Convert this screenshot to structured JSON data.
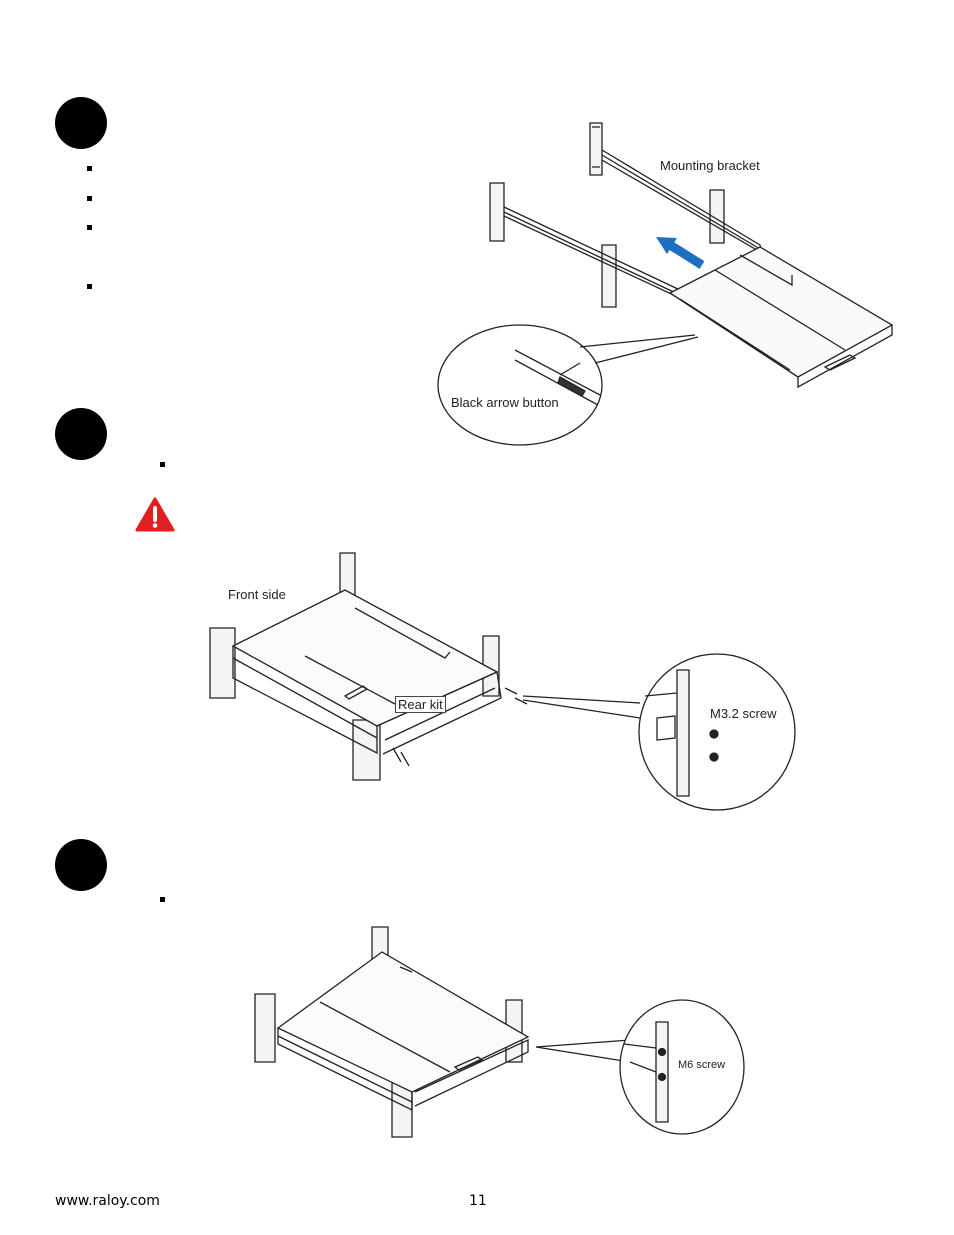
{
  "figures": {
    "fig1": {
      "mounting_label": "Mounting bracket",
      "button_label": "Black arrow button",
      "arrow_color": "#1f6fc0"
    },
    "fig2": {
      "front_label": "Front side",
      "rear_label": "Rear kit",
      "screw_label": "M3.2 screw"
    },
    "fig3": {
      "screw_label": "M6 screw"
    }
  },
  "icons": {
    "step_marker": "filled-black-circle",
    "bullet": "small-square-bullet",
    "warning": "warning-triangle-icon",
    "warning_color": "#e02020"
  },
  "footer": {
    "website": "www.raloy.com",
    "page_number": "11"
  }
}
